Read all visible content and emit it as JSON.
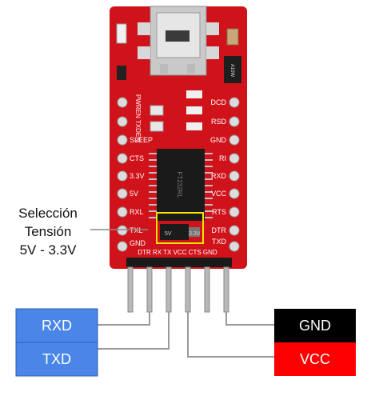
{
  "annotation": {
    "line1": "Selección",
    "line2": "Tensión",
    "line3": "5V - 3.3V"
  },
  "wire_labels": {
    "rxd": "RXD",
    "txd": "TXD",
    "gnd": "GND",
    "vcc": "VCC"
  },
  "colors": {
    "rxd": "#4a86e8",
    "txd": "#4a86e8",
    "gnd": "#000000",
    "vcc": "#ff0000",
    "board": "#d0121a",
    "jumper_outline": "#f2e600"
  },
  "board": {
    "pins_left": [
      "SLEEP",
      "CTS",
      "3.3V",
      "5V",
      "RXL",
      "TXL",
      "GND"
    ],
    "pins_right": [
      "DCD",
      "RSD",
      "GND",
      "RI",
      "RXD",
      "VCC",
      "RTS",
      "DTR",
      "TXD"
    ],
    "top_left_text": "PWREN TXDEN",
    "bottom_header": "DTR RX TX VCC CTS GND",
    "jumper_left": "5V",
    "jumper_right": "3.3V",
    "chip_text": "FT232RL",
    "part_code": "A10W"
  }
}
